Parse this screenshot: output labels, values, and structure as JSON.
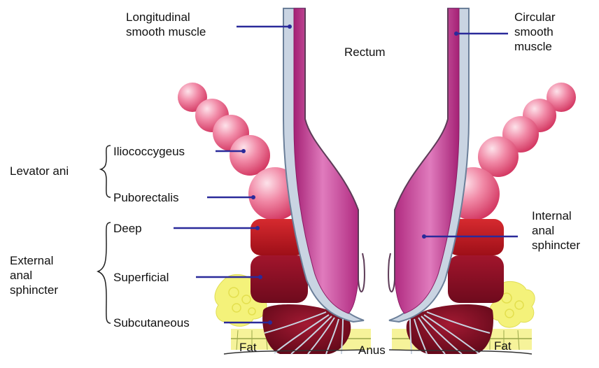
{
  "labels": {
    "longitudinal": [
      "Longitudinal",
      "smooth muscle"
    ],
    "rectum": "Rectum",
    "circular": [
      "Circular",
      "smooth",
      "muscle"
    ],
    "levator_ani": "Levator ani",
    "iliococcygeus": "Iliococcygeus",
    "puborectalis": "Puborectalis",
    "deep": "Deep",
    "external": [
      "External",
      "anal",
      "sphincter"
    ],
    "superficial": "Superficial",
    "subcutaneous": "Subcutaneous",
    "internal": [
      "Internal",
      "anal",
      "sphincter"
    ],
    "fat_left": "Fat",
    "anus": "Anus",
    "fat_right": "Fat"
  },
  "colors": {
    "pointer": "#2a2a9a",
    "smooth_muscle": "#c43b8e",
    "longitudinal_band": "#c7d3e0",
    "levator": "#e96a8c",
    "deep": "#b3141c",
    "superficial": "#8e0f24",
    "subcutaneous": "#7a1027",
    "fat": "#f4f27a"
  }
}
